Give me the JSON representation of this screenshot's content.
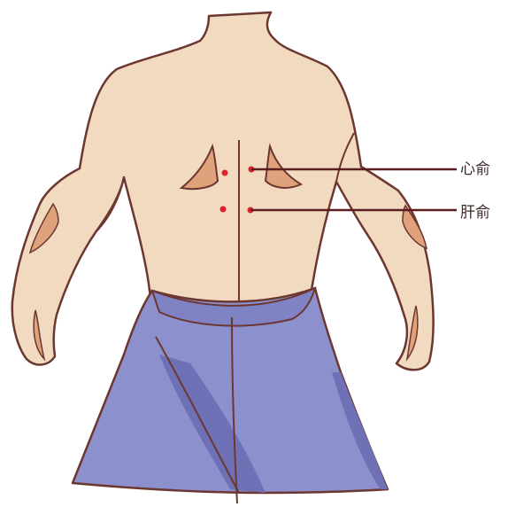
{
  "points": [
    {
      "id": "xinshu",
      "label": "心俞"
    },
    {
      "id": "ganshu",
      "label": "肝俞"
    }
  ],
  "colors": {
    "skin": "#f2dac0",
    "skin_shadow": "#e0a27a",
    "outline": "#6b3730",
    "towel": "#8c90cc",
    "towel_shadow": "#6e71b6",
    "point_dot": "#e0202a",
    "leader_line": "#5b1e1e"
  }
}
